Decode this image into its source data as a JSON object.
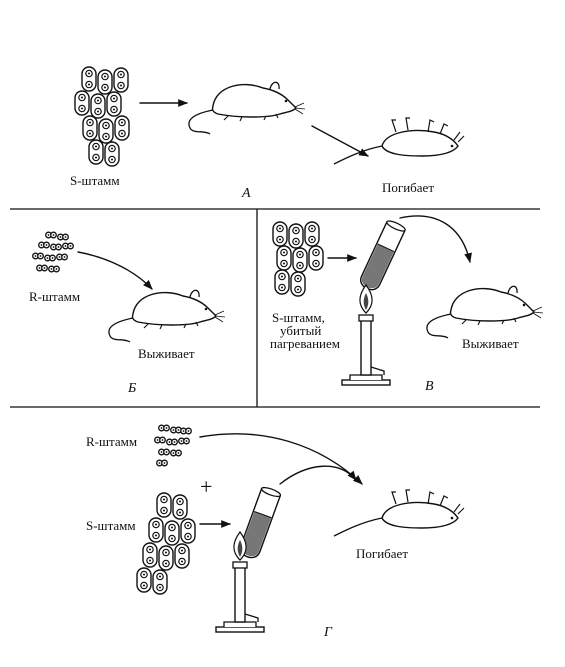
{
  "panels": {
    "a": {
      "letter": "А",
      "strain_label": "S-штамм",
      "outcome": "Погибает"
    },
    "b": {
      "letter": "Б",
      "strain_label": "R-штамм",
      "outcome": "Выживает"
    },
    "c": {
      "letter": "В",
      "strain_label_lines": [
        "S-штамм,",
        "убитый",
        "пагреванием"
      ],
      "outcome": "Выживает"
    },
    "d": {
      "letter": "Г",
      "strain_label_r": "R-штамм",
      "strain_label_s": "S-штамм",
      "plus": "+",
      "outcome": "Погибает"
    }
  },
  "colors": {
    "ink": "#111111",
    "background": "#ffffff"
  }
}
